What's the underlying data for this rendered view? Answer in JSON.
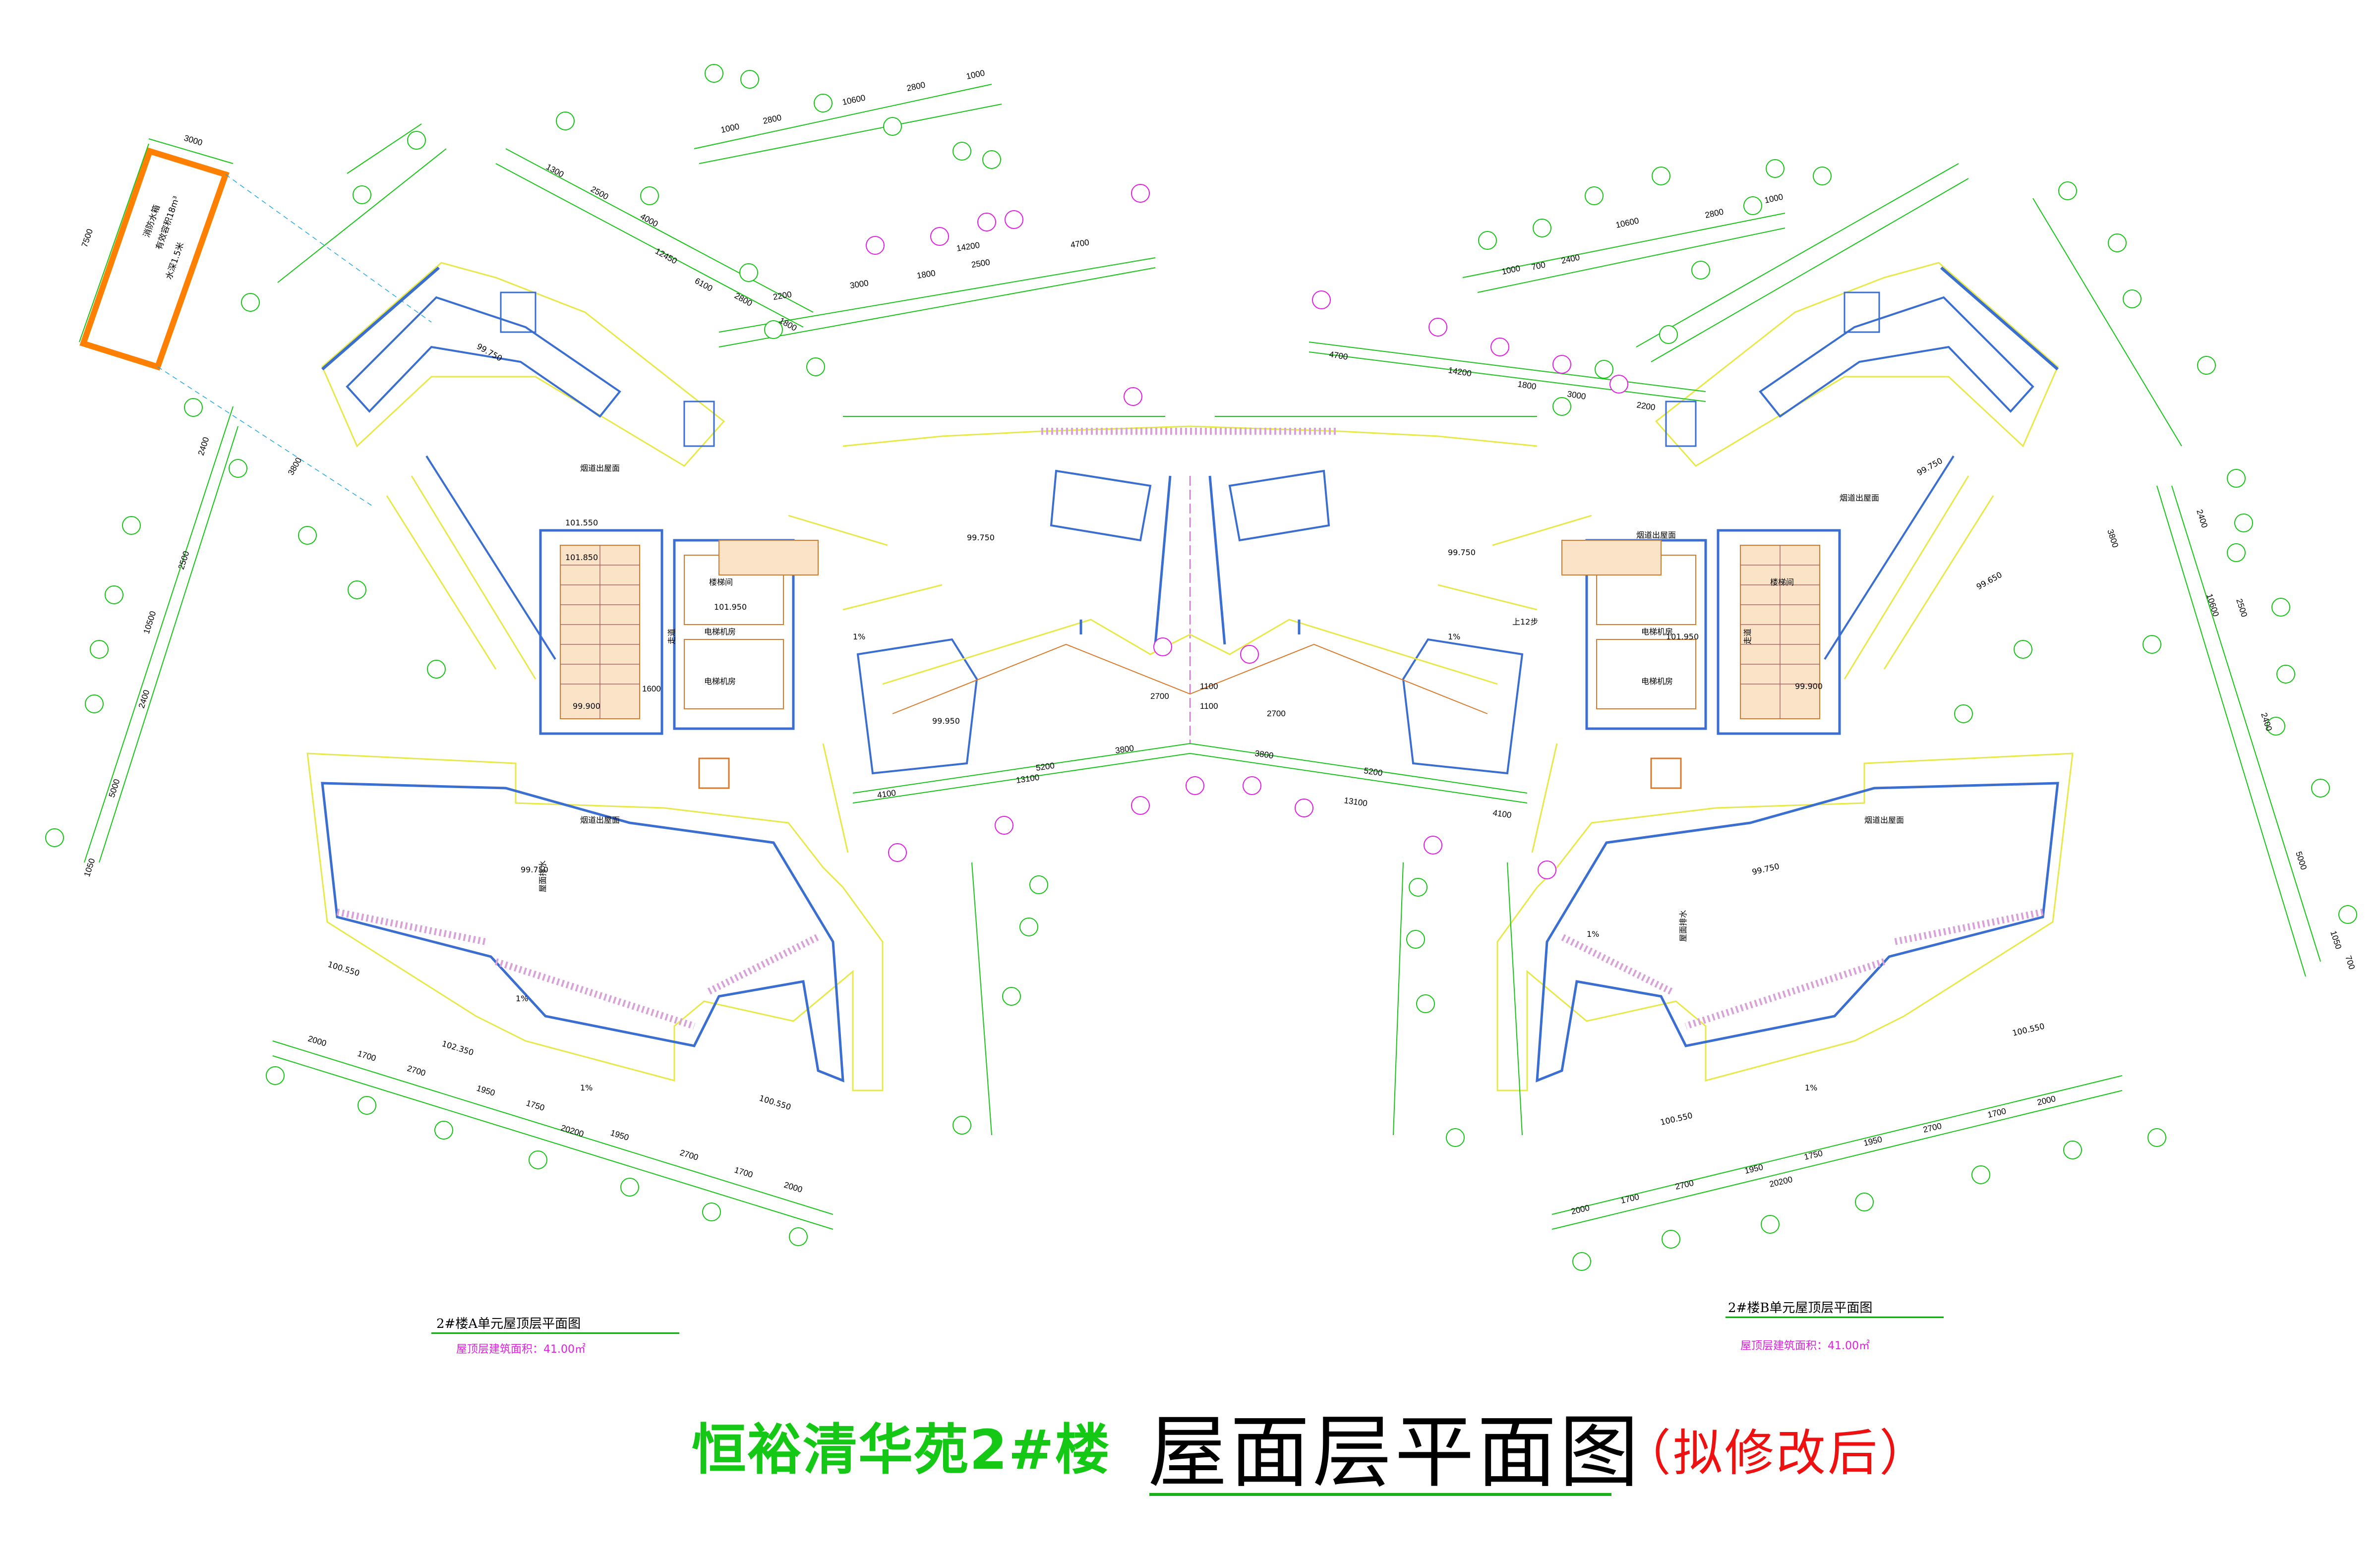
{
  "drawing": {
    "title_project": "恒裕清华苑2#楼",
    "title_main": "屋面层平面图",
    "title_note": "（拟修改后）",
    "captions": [
      {
        "name": "unit-a",
        "title": "2#楼A单元屋顶层平面图",
        "area": "屋顶层建筑面积：41.00㎡"
      },
      {
        "name": "unit-b",
        "title": "2#楼B单元屋顶层平面图",
        "area": "屋顶层建筑面积：41.00㎡"
      }
    ],
    "water_tank": {
      "line1": "消防水箱",
      "line2": "有效容积18m³",
      "line3": "水深1.5米",
      "width": "3000",
      "length": "7500"
    },
    "dimensions": {
      "top_left_chain": [
        "1000",
        "2800",
        "10600",
        "2800",
        "1000"
      ],
      "top_left_chain2": [
        "1300",
        "2500",
        "4000",
        "12450",
        "6100",
        "2800",
        "1800"
      ],
      "top_center_left": [
        "2200",
        "3000",
        "1800",
        "2500",
        "4700",
        "14200"
      ],
      "top_right_chain": [
        "1000",
        "700",
        "2400",
        "10600",
        "2800",
        "1000"
      ],
      "top_center_right": [
        "4700",
        "14200",
        "1800",
        "3000",
        "2200"
      ],
      "bottom_left": [
        "2000",
        "1700",
        "2700",
        "1950",
        "1750",
        "20200",
        "1950",
        "2700",
        "1700",
        "2000"
      ],
      "bottom_right": [
        "2000",
        "1700",
        "2700",
        "1950",
        "20200",
        "1750",
        "1950",
        "2700",
        "1700",
        "2000"
      ],
      "center": [
        "4100",
        "13100",
        "5200",
        "3800",
        "1100",
        "2700",
        "1100",
        "2700",
        "3800",
        "5200",
        "13100",
        "4100"
      ],
      "left_vertical": [
        "2400",
        "3800",
        "10500",
        "2500",
        "5000",
        "1050",
        "2400",
        "1600"
      ],
      "right_vertical": [
        "2400",
        "3800",
        "10600",
        "2500",
        "2400",
        "5000",
        "1050",
        "700"
      ]
    },
    "elevations": [
      "99.750",
      "101.550",
      "100.550",
      "99.900",
      "101.850",
      "101.950",
      "99.950",
      "102.350",
      "99.650"
    ],
    "room_labels": [
      "楼梯间",
      "电梯机房",
      "走道",
      "烟道出屋面",
      "屋面排水",
      "上12步"
    ],
    "slope": "1%",
    "colors": {
      "title_green": "#16c816",
      "title_red": "#ee1111",
      "area_magenta": "#e21ee2",
      "dimension_green": "#19c419",
      "wall_blue": "#3a6ed0",
      "tank_orange": "#ff7f00",
      "axis_magenta": "#e21ee2"
    }
  }
}
